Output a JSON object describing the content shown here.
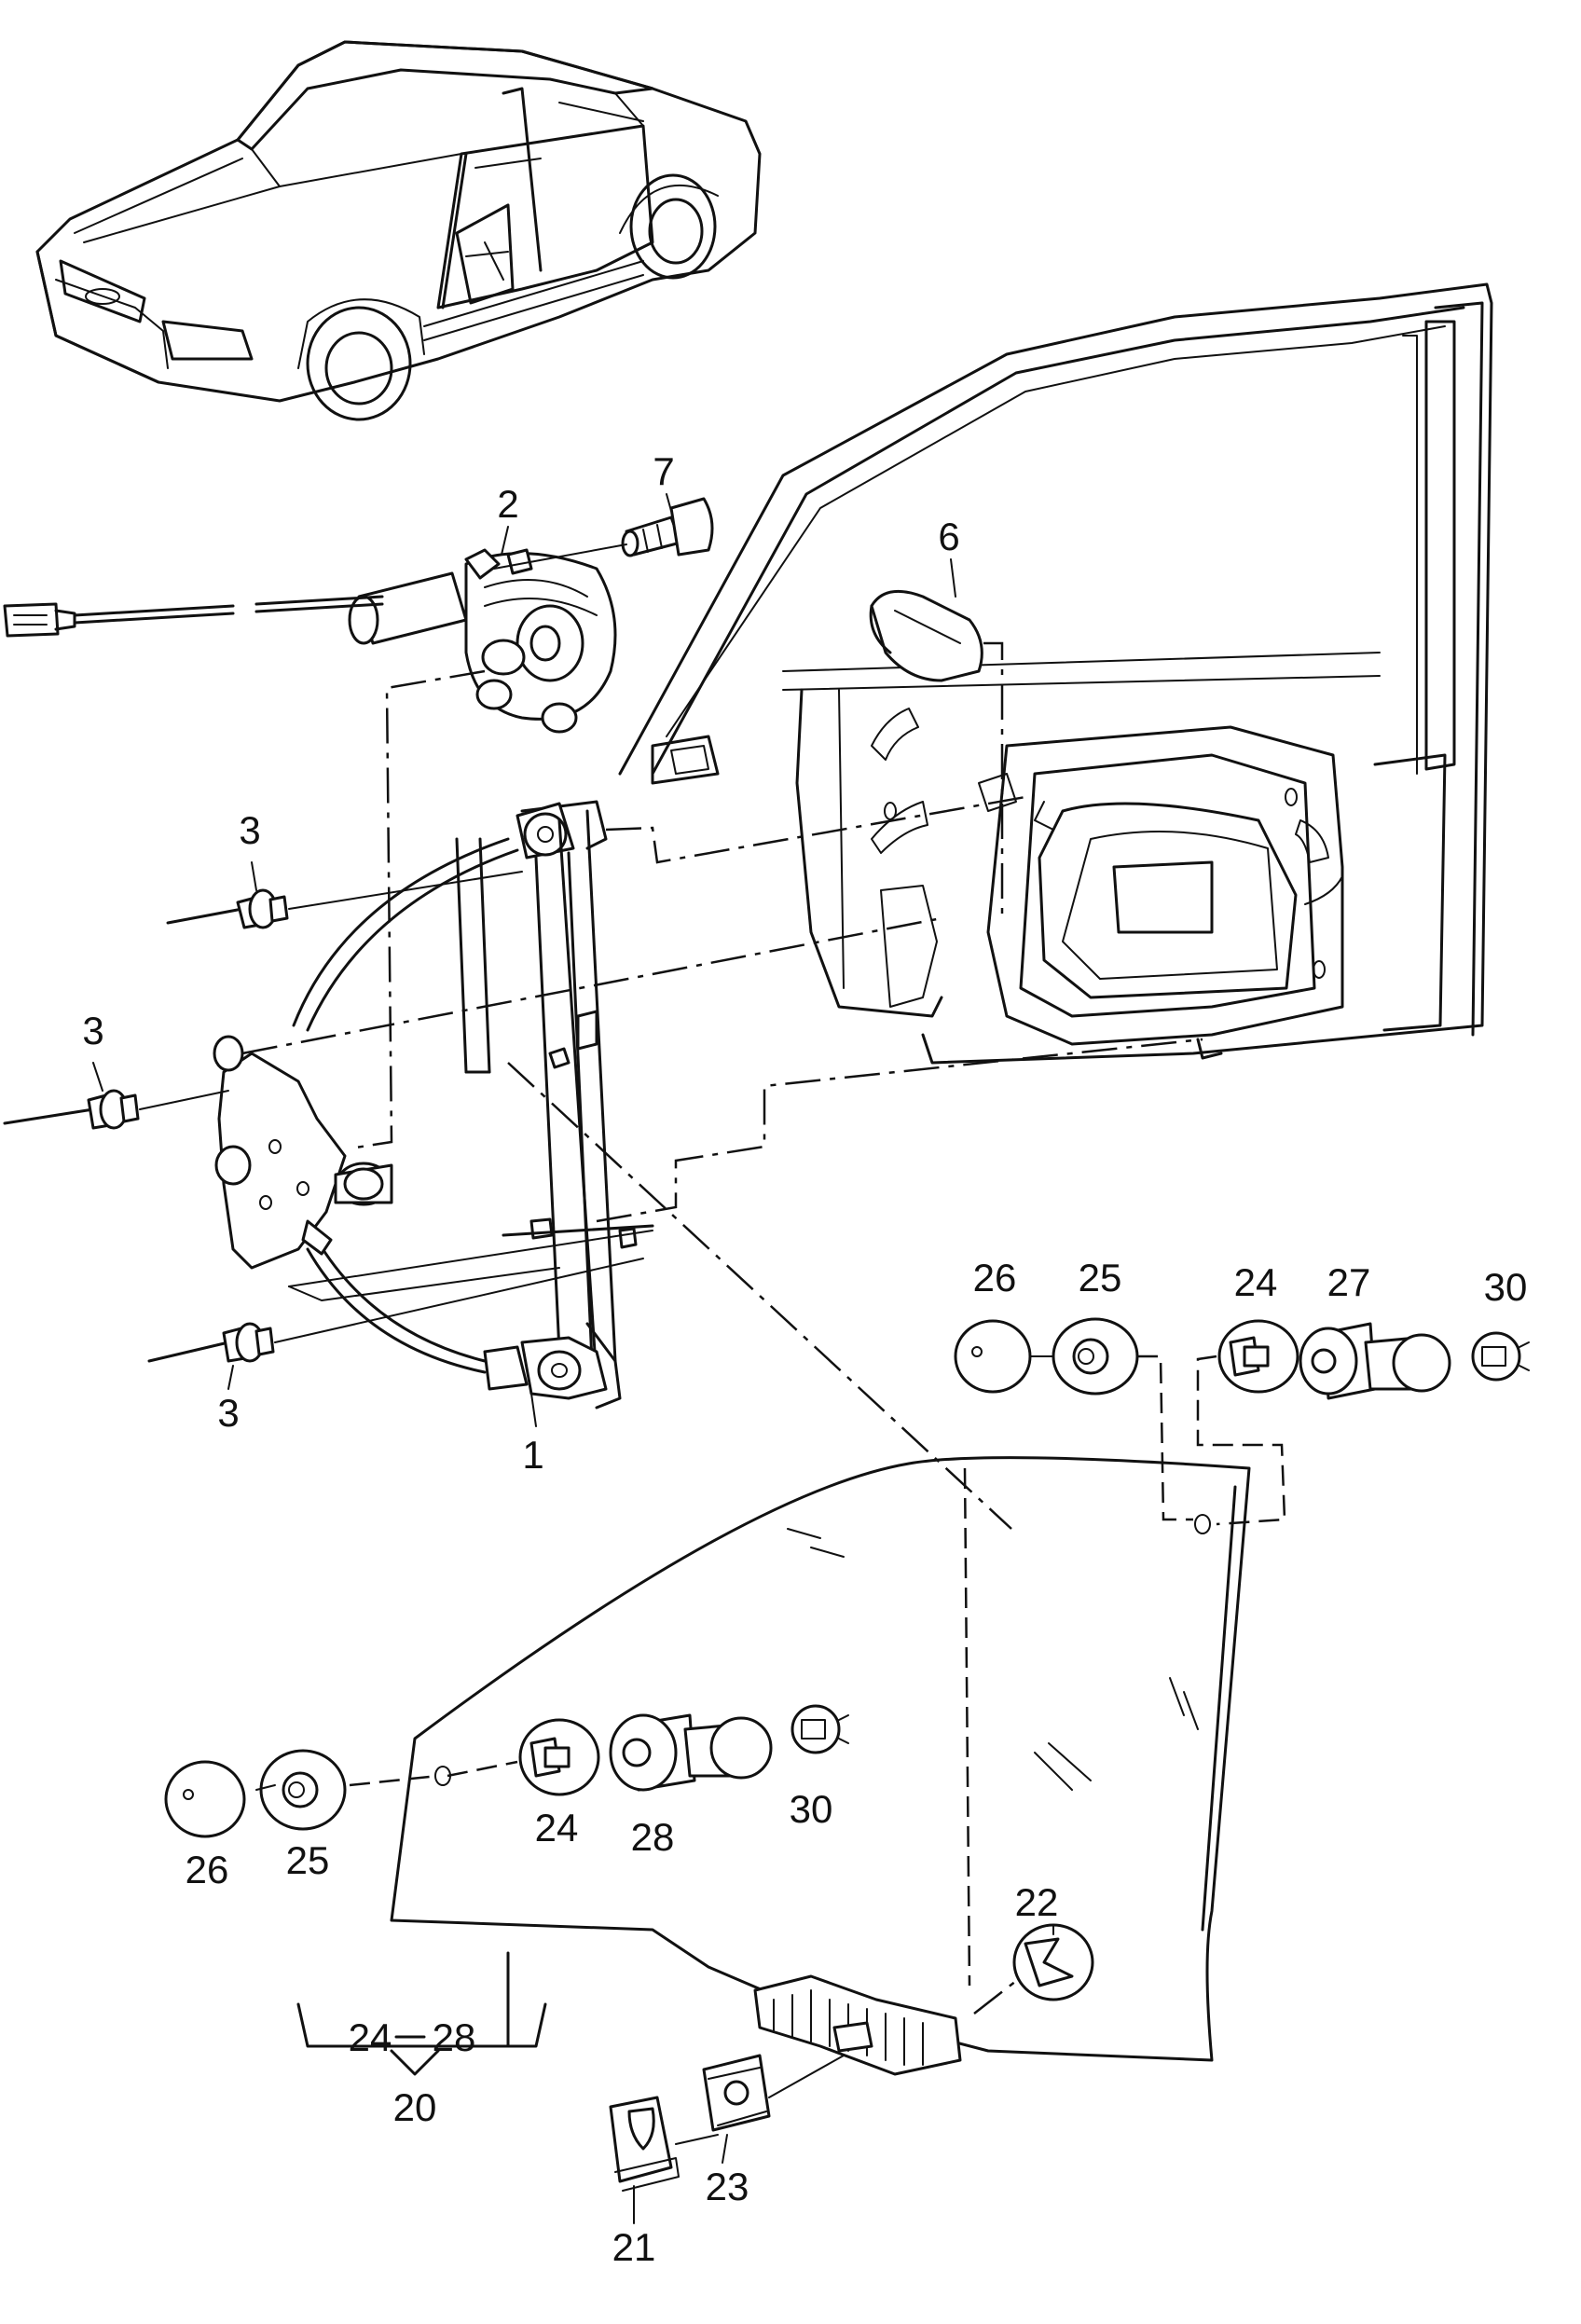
{
  "callouts": [
    {
      "id": "c1",
      "text": "1"
    },
    {
      "id": "c2",
      "text": "2"
    },
    {
      "id": "c3a",
      "text": "3"
    },
    {
      "id": "c3b",
      "text": "3"
    },
    {
      "id": "c3c",
      "text": "3"
    },
    {
      "id": "c6",
      "text": "6"
    },
    {
      "id": "c7",
      "text": "7"
    },
    {
      "id": "c20",
      "text": "20"
    },
    {
      "id": "c21",
      "text": "21"
    },
    {
      "id": "c22",
      "text": "22"
    },
    {
      "id": "c23",
      "text": "23"
    },
    {
      "id": "c24a",
      "text": "24"
    },
    {
      "id": "c24b",
      "text": "24"
    },
    {
      "id": "c24range",
      "text": "24"
    },
    {
      "id": "c25a",
      "text": "25"
    },
    {
      "id": "c25b",
      "text": "25"
    },
    {
      "id": "c26a",
      "text": "26"
    },
    {
      "id": "c26b",
      "text": "26"
    },
    {
      "id": "c27",
      "text": "27"
    },
    {
      "id": "c28a",
      "text": "28"
    },
    {
      "id": "c28range",
      "text": "28"
    },
    {
      "id": "c30a",
      "text": "30"
    },
    {
      "id": "c30b",
      "text": "30"
    }
  ]
}
